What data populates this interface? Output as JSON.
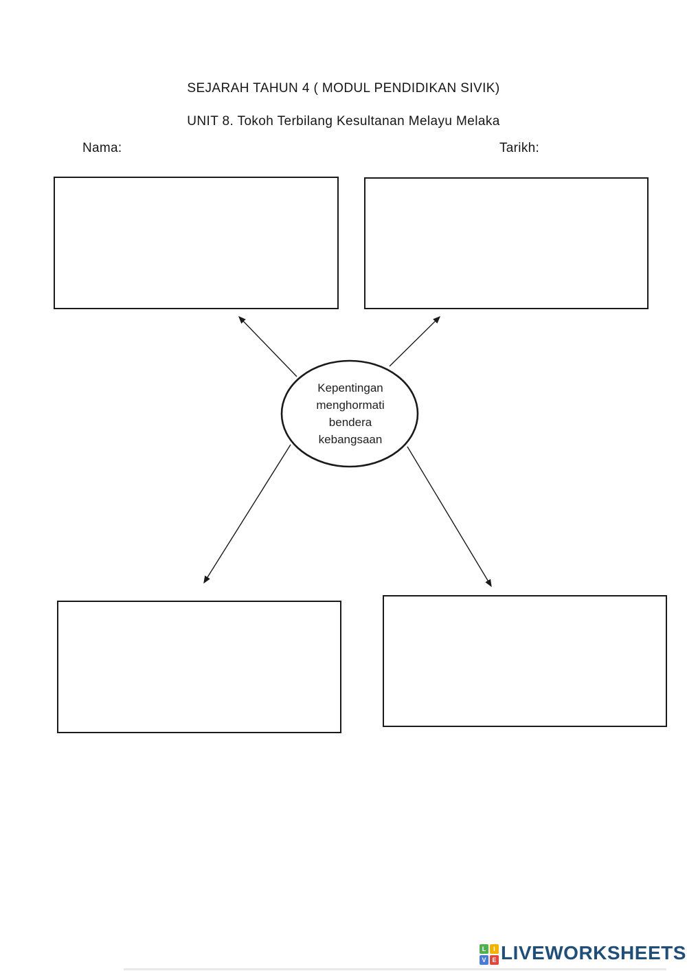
{
  "document": {
    "title_line1": "SEJARAH TAHUN 4 ( MODUL PENDIDIKAN SIVIK)",
    "title_line2": "UNIT 8. Tokoh Terbilang Kesultanan Melayu Melaka",
    "name_label": "Nama:",
    "date_label": "Tarikh:"
  },
  "diagram": {
    "type": "spider-map",
    "center_text": "Kepentingan menghormati bendera kebangsaan",
    "center_lines": [
      "Kepentingan",
      "menghormati",
      "bendera",
      "kebangsaan"
    ],
    "answer_boxes": [
      {
        "position": "top-left",
        "value": ""
      },
      {
        "position": "top-right",
        "value": ""
      },
      {
        "position": "bottom-left",
        "value": ""
      },
      {
        "position": "bottom-right",
        "value": ""
      }
    ]
  },
  "footer": {
    "brand": "LIVEWORKSHEETS",
    "brand_color": "#1f4e79",
    "logo_tiles": [
      {
        "letter": "L",
        "color": "#52ae52"
      },
      {
        "letter": "I",
        "color": "#f2b200"
      },
      {
        "letter": "V",
        "color": "#4a7cd6"
      },
      {
        "letter": "E",
        "color": "#e2473c"
      }
    ]
  },
  "colors": {
    "ink": "#1a1a1a",
    "background": "#ffffff"
  }
}
